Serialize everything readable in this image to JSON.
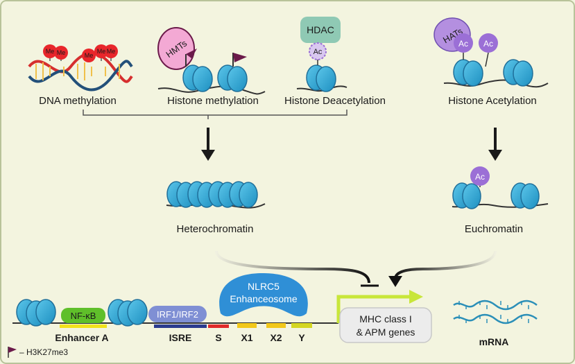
{
  "labels": {
    "dna_methylation": "DNA methylation",
    "histone_methylation": "Histone methylation",
    "histone_deacetylation": "Histone Deacetylation",
    "histone_acetylation": "Histone Acetylation",
    "heterochromatin": "Heterochromatin",
    "euchromatin": "Euchromatin",
    "hmts": "HMTs",
    "hdac": "HDAC",
    "hats": "HATs",
    "ac": "Ac",
    "me": "Me",
    "nfkb": "NF-κB",
    "enhancer_a": "Enhancer A",
    "irf": "IRF1/IRF2",
    "isre": "ISRE",
    "s": "S",
    "x1": "X1",
    "x2": "X2",
    "y": "Y",
    "nlrc5_line1": "NLRC5",
    "nlrc5_line2": "Enhanceosome",
    "mhc_line1": "MHC  class I",
    "mhc_line2": "& APM genes",
    "mrna": "mRNA",
    "legend_h3k27me3": "– H3K27me3"
  },
  "colors": {
    "background_frame": "#f3f4df",
    "nucleosome": "#29a8d6",
    "nucleosome_dark": "#1f6f9a",
    "me_red": "#e8262b",
    "dna_red": "#d62e2e",
    "dna_blue": "#23507a",
    "hmts_pink": "#f3a9d4",
    "hdac_teal": "#8fc9b4",
    "hats_purple": "#b48fe0",
    "ac_purple": "#9b6fd6",
    "flag_maroon": "#6b1a4a",
    "nfkb_green": "#5fbf2a",
    "irf_blue": "#7f8fd4",
    "nlrc5_blue": "#2f8fd6",
    "promoter_green": "#c8e63a",
    "mrna_teal": "#2b8fb8"
  }
}
